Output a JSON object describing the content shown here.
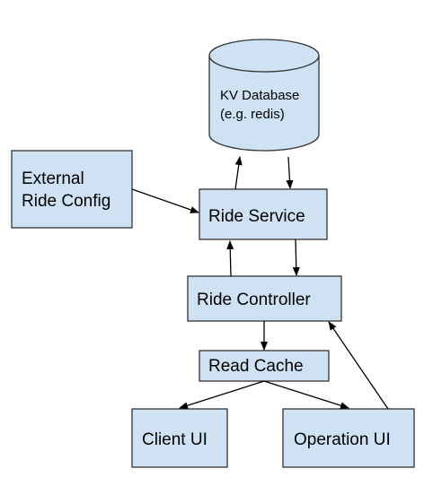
{
  "nodes": {
    "kv_database": {
      "line1": "KV Database",
      "line2": "(e.g. redis)"
    },
    "external_ride_config": {
      "line1": "External",
      "line2": "Ride Config"
    },
    "ride_service": {
      "label": "Ride Service"
    },
    "ride_controller": {
      "label": "Ride Controller"
    },
    "read_cache": {
      "label": "Read Cache"
    },
    "client_ui": {
      "label": "Client UI"
    },
    "operation_ui": {
      "label": "Operation UI"
    }
  },
  "colors": {
    "node_fill": "#cfe2f3",
    "node_stroke": "#333333",
    "edge": "#000000"
  }
}
